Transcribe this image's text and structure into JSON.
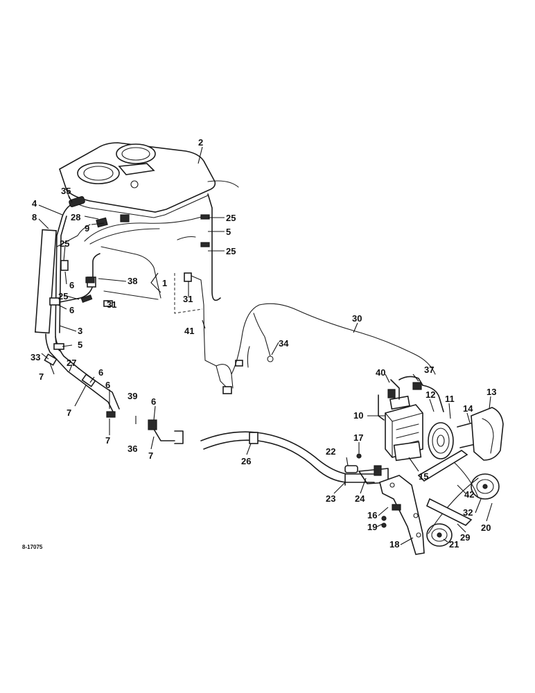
{
  "figure_code": "8-17075",
  "callouts": [
    "1",
    "2",
    "3",
    "4",
    "5",
    "5",
    "6",
    "6",
    "6",
    "6",
    "7",
    "7",
    "7",
    "7",
    "8",
    "9",
    "10",
    "11",
    "12",
    "13",
    "14",
    "15",
    "16",
    "17",
    "18",
    "19",
    "20",
    "21",
    "22",
    "23",
    "24",
    "25",
    "25",
    "25",
    "25",
    "26",
    "27",
    "28",
    "29",
    "30",
    "31",
    "31",
    "32",
    "33",
    "34",
    "35",
    "36",
    "37",
    "38",
    "39",
    "40",
    "41",
    "42"
  ]
}
